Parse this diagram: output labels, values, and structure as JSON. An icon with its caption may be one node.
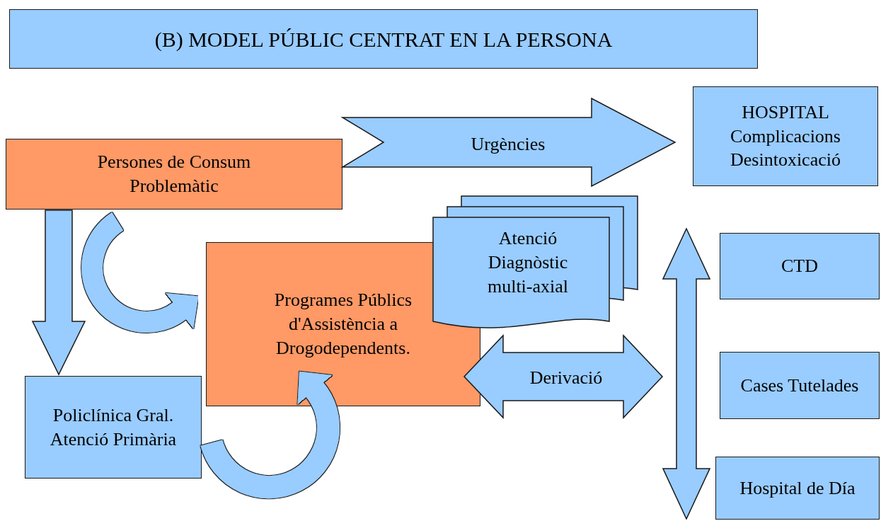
{
  "diagram": {
    "title": "(B) MODEL PÚBLIC CENTRAT EN LA PERSONA",
    "nodes": [
      {
        "text": [
          "Persones de Consum Problemàtic"
        ]
      },
      {
        "text": [
          "HOSPITAL",
          "Complicacions Desintoxicació"
        ]
      },
      {
        "text": [
          "Policlínica Gral. Atenció Primària"
        ]
      },
      {
        "text": [
          "Programes Públics d'Assistència a Drogodependents."
        ]
      },
      {
        "text": [
          "Atenció Diagnòstic multi-axial"
        ]
      },
      {
        "text": [
          "CTD"
        ]
      },
      {
        "text": [
          "Cases Tutelades"
        ]
      },
      {
        "text": [
          "Hospital de Día"
        ]
      },
      {
        "text": [],
        "shape": "arrow"
      }
    ],
    "edges": [
      {
        "from": 0,
        "to": 1,
        "arrow": "to",
        "label": "Urgències"
      },
      {
        "from": 0,
        "to": 2,
        "arrow": "to"
      },
      {
        "from": 0,
        "to": 3,
        "arrow": "to"
      },
      {
        "from": 3,
        "to": 8,
        "arrow": "both",
        "label": "Derivació"
      },
      {
        "from": 2,
        "to": 3,
        "arrow": "to"
      }
    ]
  }
}
